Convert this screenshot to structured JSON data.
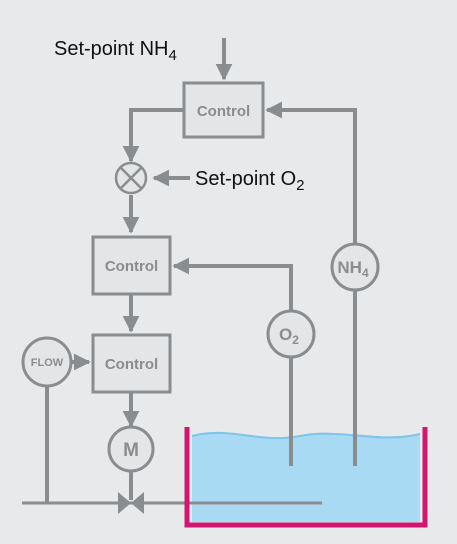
{
  "labels": {
    "setpoint_nh4_text": "Set-point NH",
    "setpoint_nh4_sub": "4",
    "setpoint_o2_text": "Set-point O",
    "setpoint_o2_sub": "2",
    "control_top": "Control",
    "control_middle": "Control",
    "control_bottom": "Control",
    "nh4_sensor_text": "NH",
    "nh4_sensor_sub": "4",
    "o2_sensor_text": "O",
    "o2_sensor_sub": "2",
    "flow_sensor": "FLOW",
    "motor": "M"
  },
  "colors": {
    "background": "#e7e9eb",
    "line": "#8a8d8f",
    "box_fill": "#e3e5e7",
    "water": "#a9daf3",
    "water_edge": "#7cc4ea",
    "tank": "#d0166f"
  }
}
